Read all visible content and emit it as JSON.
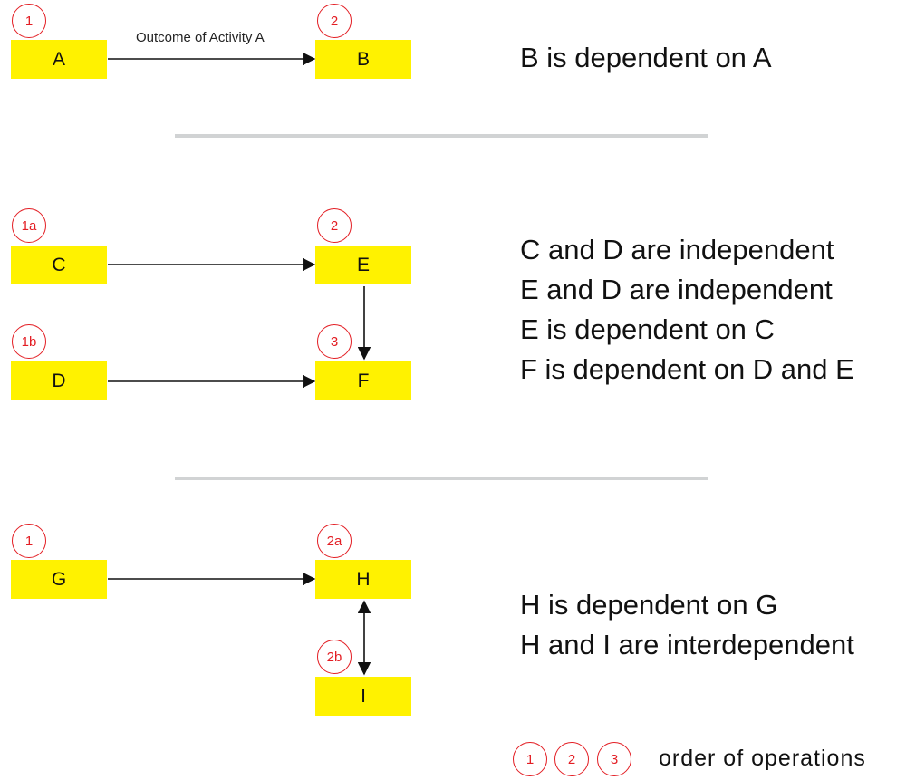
{
  "colors": {
    "box_fill": "#fff200",
    "badge_stroke": "#e31e24",
    "divider": "#d1d3d4",
    "arrow": "#111111"
  },
  "section1": {
    "node_a": "A",
    "node_b": "B",
    "badge_a": "1",
    "badge_b": "2",
    "edge_label": "Outcome of Activity A",
    "statements": [
      "B is dependent on A"
    ]
  },
  "section2": {
    "node_c": "C",
    "node_d": "D",
    "node_e": "E",
    "node_f": "F",
    "badge_c": "1a",
    "badge_d": "1b",
    "badge_e": "2",
    "badge_f": "3",
    "statements": [
      "C and D are independent",
      "E and D are independent",
      "E is dependent on C",
      "F is dependent on D and E"
    ]
  },
  "section3": {
    "node_g": "G",
    "node_h": "H",
    "node_i": "I",
    "badge_g": "1",
    "badge_h": "2a",
    "badge_i": "2b",
    "statements": [
      "H is dependent on G",
      "H and I are interdependent"
    ]
  },
  "legend": {
    "badges": [
      "1",
      "2",
      "3"
    ],
    "label": "order of operations"
  }
}
